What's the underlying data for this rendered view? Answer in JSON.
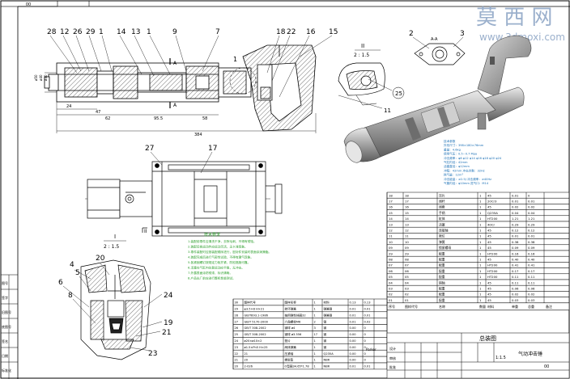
{
  "watermark": {
    "cn": "莫 西 网",
    "url": "www.3dmoxi.com"
  },
  "sheet_corner": "00",
  "balloons_top": [
    "28",
    "12",
    "26",
    "29",
    "1",
    "14",
    "13",
    "1",
    "9",
    "7",
    "18",
    "22",
    "16",
    "15"
  ],
  "balloons_top_right": [
    "2",
    "3"
  ],
  "balloons_misc": [
    "1",
    "25",
    "11"
  ],
  "section_label_1": "I",
  "section_label_2": "II",
  "section_label_3": "A-A",
  "scale_label": "2 : 1.5",
  "dims_top": [
    "24",
    "47",
    "62",
    "95.5",
    "58",
    "384"
  ],
  "dims_side": [
    "ø50",
    "ø40",
    "ø30"
  ],
  "balloons_mid": [
    "27",
    "17"
  ],
  "view_markers": [
    "II",
    "A"
  ],
  "detail_label": "I",
  "detail_scale": "2 : 1.5",
  "detail_balloons": [
    "4",
    "20",
    "5",
    "6",
    "8",
    "24",
    "19",
    "21",
    "23"
  ],
  "tech_title": "技术要求",
  "tech_lines": [
    "1.装配前零件应清洗干净，去除毛刺，不得有锈蚀。",
    "2.装配后各运动件应运动灵活，无卡滞现象。",
    "3.零件装配时应按装配顺序进行，密封件安装时表面涂润滑脂。",
    "4.装配完成后进行气密性试验，不得有漏气现象。",
    "5.各紧固螺钉按规定力矩拧紧，防松措施可靠。",
    "6.活塞在气缸内往复运动应平稳，无冲击。",
    "7.外露表面涂防锈漆，标识清晰。",
    "8.产品出厂前应进行整机性能测试。"
  ],
  "spec_lines": [
    "技术参数",
    "外形尺寸：398×180×76mm",
    "重量：4.6kg",
    "使用气压：0.5~0.7 Mpa",
    "冲击频率：φ8 φ12 φ14 φ16 φ18 φ20 φ24",
    "气缸内径：42mm",
    "活塞直径：φ12mm",
    "冲程：42mm 冲击次数：32Hz",
    "耗气量：12m³",
    "冲击能量：≥2.5J 冲击频率：≥40Hz",
    "气管内径：φ10mm 进气口：M14"
  ],
  "bom_right_rows": [
    {
      "no": "18",
      "code": "18",
      "name": "压片",
      "qty": "1",
      "mat": "45",
      "w": "0.01",
      "t": "0"
    },
    {
      "no": "17",
      "code": "17",
      "name": "阀杆",
      "qty": "1",
      "mat": "20Cr3",
      "w": "0.01",
      "t": "0.01"
    },
    {
      "no": "16",
      "code": "16",
      "name": "阀套",
      "qty": "1",
      "mat": "45",
      "w": "0.02",
      "t": "0.02"
    },
    {
      "no": "15",
      "code": "15",
      "name": "手柄",
      "qty": "1",
      "mat": "Q235A",
      "w": "0.04",
      "t": "0.04"
    },
    {
      "no": "14",
      "code": "14",
      "name": "缸体",
      "qty": "1",
      "mat": "HT200",
      "w": "1.21",
      "t": "1.21"
    },
    {
      "no": "13",
      "code": "13",
      "name": "活塞",
      "qty": "1",
      "mat": "40Cr",
      "w": "0.29",
      "t": "0.29"
    },
    {
      "no": "12",
      "code": "12",
      "name": "连接轴",
      "qty": "1",
      "mat": "45",
      "w": "0.12",
      "t": "0.12"
    },
    {
      "no": "11",
      "code": "11",
      "name": "限位",
      "qty": "1",
      "mat": "45",
      "w": "0.01",
      "t": "0.01"
    },
    {
      "no": "10",
      "code": "10",
      "name": "弹簧",
      "qty": "1",
      "mat": "45",
      "w": "0.38",
      "t": "0.38"
    },
    {
      "no": "09",
      "code": "09",
      "name": "锁紧螺母",
      "qty": "1",
      "mat": "45",
      "w": "0.09",
      "t": "0.09"
    },
    {
      "no": "29",
      "code": "29",
      "name": "配重",
      "qty": "1",
      "mat": "HT200",
      "w": "0.16",
      "t": "0.16"
    },
    {
      "no": "08",
      "code": "08",
      "name": "配重",
      "qty": "1",
      "mat": "45",
      "w": "0.40",
      "t": "0.40"
    },
    {
      "no": "07",
      "code": "07",
      "name": "配重",
      "qty": "1",
      "mat": "HT200",
      "w": "0.41",
      "t": "0.41"
    },
    {
      "no": "06",
      "code": "06",
      "name": "配重",
      "qty": "1",
      "mat": "HT200",
      "w": "0.17",
      "t": "0.17"
    },
    {
      "no": "05",
      "code": "05",
      "name": "配重",
      "qty": "1",
      "mat": "HT200",
      "w": "0.11",
      "t": "0.11"
    },
    {
      "no": "04",
      "code": "04",
      "name": "销轴",
      "qty": "1",
      "mat": "45",
      "w": "0.11",
      "t": "0.11"
    },
    {
      "no": "03",
      "code": "03",
      "name": "配重",
      "qty": "1",
      "mat": "45",
      "w": "0.06",
      "t": "0.06"
    },
    {
      "no": "02",
      "code": "02",
      "name": "配重",
      "qty": "1",
      "mat": "45",
      "w": "0.02",
      "t": "0.02"
    },
    {
      "no": "01",
      "code": "01",
      "name": "配重",
      "qty": "1",
      "mat": "45",
      "w": "0.03",
      "t": "0.03"
    }
  ],
  "bom_right_header": [
    "序号",
    "图样代号",
    "名称",
    "数量",
    "材料",
    "单重",
    "总重",
    "备注"
  ],
  "bom_left_rows": [
    {
      "no": "30",
      "code": "图样代号",
      "name": "图样名称",
      "qty": "1",
      "mat": "材料",
      "w": "0.13",
      "t": "0.13"
    },
    {
      "no": "29",
      "code": "φ3.5×8 H×21",
      "name": "挂环弹簧",
      "qty": "1",
      "mat": "弹簧钢",
      "w": "0.01",
      "t": "0.01"
    },
    {
      "no": "28",
      "code": "GB/T893.1-1986",
      "name": "轴用弹性挡圈32",
      "qty": "1",
      "mat": "弹簧钢",
      "w": "0.01",
      "t": "0.01"
    },
    {
      "no": "27",
      "code": "GB/T 5170-2000",
      "name": "六角螺栓M6",
      "qty": "2",
      "mat": "钢",
      "w": "0.01",
      "t": "0.02"
    },
    {
      "no": "26",
      "code": "GB/T 308-2002",
      "name": "钢球 ø4",
      "qty": "3",
      "mat": "钢",
      "w": "0.00",
      "t": "0"
    },
    {
      "no": "25",
      "code": "GB/T 308-2002",
      "name": "钢球 ø3.556",
      "qty": "17",
      "mat": "钢",
      "w": "0.00",
      "t": "0"
    },
    {
      "no": "24",
      "code": "ø20×ø10×2",
      "name": "垫片",
      "qty": "1",
      "mat": "钢",
      "w": "0.00",
      "t": "0"
    },
    {
      "no": "23",
      "code": "ø1.5×Pn5 H×25",
      "name": "阀体弹簧",
      "qty": "1",
      "mat": "钢",
      "w": "0.00",
      "t": "0"
    },
    {
      "no": "22",
      "code": "21",
      "name": "压紧轴",
      "qty": "1",
      "mat": "Q235A",
      "w": "0.00",
      "t": "0"
    },
    {
      "no": "21",
      "code": "20",
      "name": "橡胶垫",
      "qty": "1",
      "mat": "NBR",
      "w": "0.00",
      "t": "0"
    },
    {
      "no": "20",
      "code": "2-026",
      "name": "O型圈34.65*1.78",
      "qty": "1",
      "mat": "NBR",
      "w": "0.01",
      "t": "0.01"
    }
  ],
  "title_block": {
    "drawing_title": "总装图",
    "product_name": "气动冲击锤",
    "scale": "1:1.5",
    "sheet": "00",
    "author_label": "设计",
    "check_label": "审核",
    "approve_label": "批准",
    "maker": "Parker"
  },
  "left_strip": [
    "图号",
    "签字",
    "旧图号",
    "底图号",
    "签名",
    "日期",
    "标准化"
  ],
  "colors": {
    "line": "#000000",
    "section_hatch": "#333333",
    "green_text": "#2a9d2a",
    "model_body": "#9a9a9a",
    "watermark": "#8aa3c4"
  }
}
